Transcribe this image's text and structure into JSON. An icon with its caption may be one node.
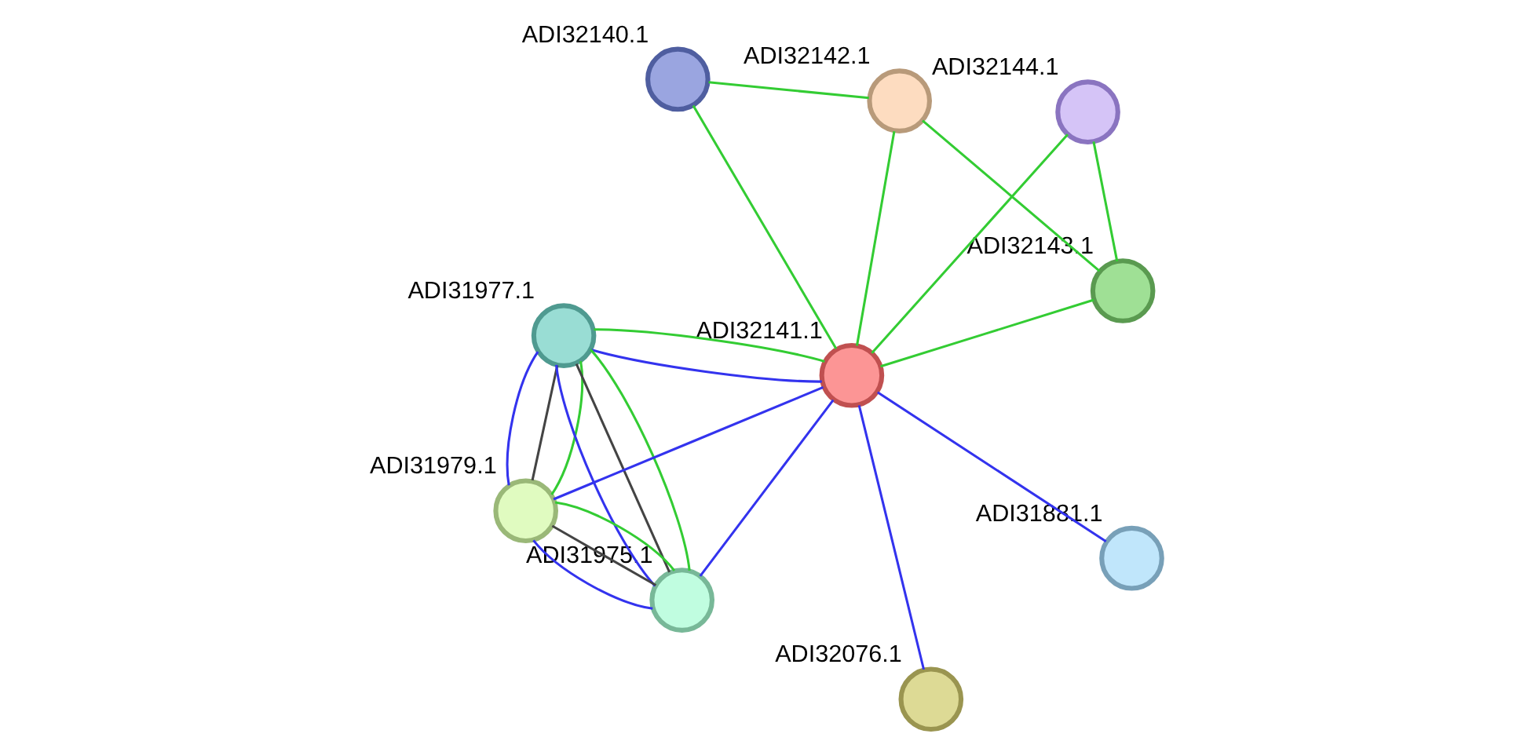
{
  "diagram": {
    "nodes": [
      {
        "text": [
          "ADI32140.1"
        ]
      },
      {
        "text": [
          "ADI32142.1"
        ]
      },
      {
        "text": [
          "ADI32143.1"
        ]
      },
      {
        "text": [
          "ADI32144.1"
        ]
      },
      {
        "text": [
          "ADI32141.1"
        ]
      },
      {
        "text": [
          "ADI31977.1"
        ]
      },
      {
        "text": [
          "ADI31979.1"
        ]
      },
      {
        "text": [
          "ADI31975.1"
        ]
      },
      {
        "text": [
          "ADI32076.1"
        ]
      },
      {
        "text": [
          "ADI31881.1"
        ]
      }
    ],
    "edges": [
      {
        "from": 0,
        "to": 1,
        "arrow": "none"
      },
      {
        "from": 0,
        "to": 4,
        "arrow": "none"
      },
      {
        "from": 1,
        "to": 2,
        "arrow": "none"
      },
      {
        "from": 1,
        "to": 4,
        "arrow": "none"
      },
      {
        "from": 2,
        "to": 3,
        "arrow": "none"
      },
      {
        "from": 2,
        "to": 4,
        "arrow": "none"
      },
      {
        "from": 3,
        "to": 4,
        "arrow": "none"
      },
      {
        "from": 5,
        "to": 6,
        "arrow": "none"
      },
      {
        "from": 5,
        "to": 6,
        "arrow": "none",
        "color": "#3333ee"
      },
      {
        "from": 5,
        "to": 6,
        "arrow": "none",
        "color": "#444444"
      },
      {
        "from": 5,
        "to": 7,
        "arrow": "none"
      },
      {
        "from": 5,
        "to": 7,
        "arrow": "none",
        "color": "#3333ee"
      },
      {
        "from": 5,
        "to": 7,
        "arrow": "none",
        "color": "#444444"
      },
      {
        "from": 6,
        "to": 7,
        "arrow": "none"
      },
      {
        "from": 6,
        "to": 7,
        "arrow": "none",
        "color": "#3333ee"
      },
      {
        "from": 6,
        "to": 7,
        "arrow": "none",
        "color": "#444444"
      },
      {
        "from": 5,
        "to": 4,
        "arrow": "none"
      },
      {
        "from": 5,
        "to": 4,
        "arrow": "none",
        "color": "#3333ee"
      },
      {
        "from": 6,
        "to": 4,
        "arrow": "none",
        "color": "#3333ee"
      },
      {
        "from": 7,
        "to": 4,
        "arrow": "none",
        "color": "#3333ee"
      },
      {
        "from": 4,
        "to": 8,
        "arrow": "none",
        "color": "#3333ee"
      },
      {
        "from": 4,
        "to": 9,
        "arrow": "none",
        "color": "#3333ee"
      }
    ]
  }
}
